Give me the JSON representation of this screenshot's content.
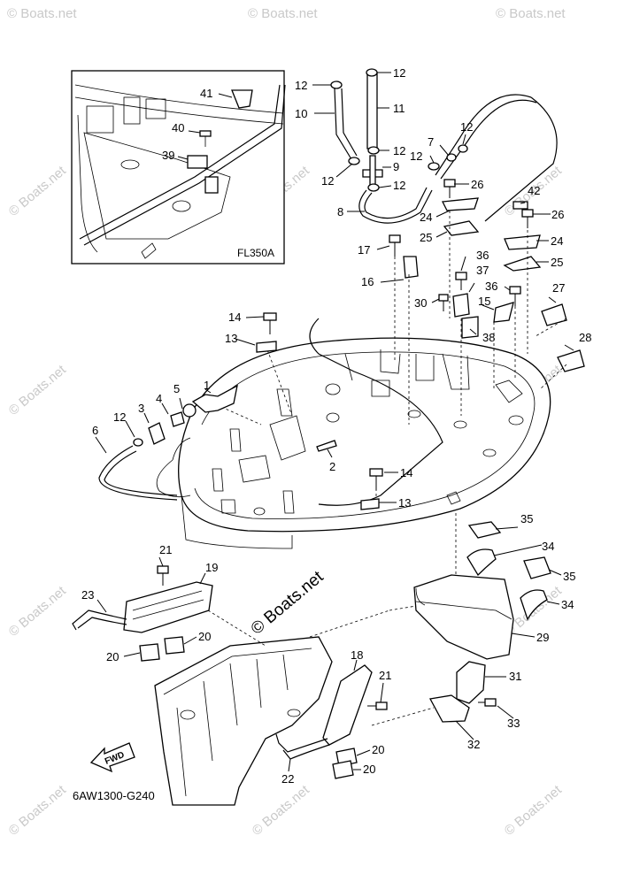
{
  "inset": {
    "model_code": "FL350A",
    "callouts": [
      "41",
      "40",
      "39"
    ]
  },
  "callouts": {
    "c1": "1",
    "c2": "2",
    "c3": "3",
    "c4": "4",
    "c5": "5",
    "c6": "6",
    "c7": "7",
    "c8": "8",
    "c9": "9",
    "c10": "10",
    "c11": "11",
    "c12a": "12",
    "c12b": "12",
    "c12c": "12",
    "c12d": "12",
    "c12e": "12",
    "c12f": "12",
    "c12g": "12",
    "c12h": "12",
    "c13a": "13",
    "c13b": "13",
    "c14a": "14",
    "c14b": "14",
    "c15": "15",
    "c16": "16",
    "c17": "17",
    "c18": "18",
    "c19": "19",
    "c20a": "20",
    "c20b": "20",
    "c20c": "20",
    "c20d": "20",
    "c21a": "21",
    "c21b": "21",
    "c22": "22",
    "c23": "23",
    "c24a": "24",
    "c24b": "24",
    "c25a": "25",
    "c25b": "25",
    "c26a": "26",
    "c26b": "26",
    "c27": "27",
    "c28": "28",
    "c29": "29",
    "c30": "30",
    "c31": "31",
    "c32": "32",
    "c33": "33",
    "c34a": "34",
    "c34b": "34",
    "c35a": "35",
    "c35b": "35",
    "c36a": "36",
    "c36b": "36",
    "c37": "37",
    "c38": "38",
    "c42": "42"
  },
  "fwd_label": "FWD",
  "diagram_code": "6AW1300-G240",
  "watermark": "© Boats.net",
  "watermark_center": "© Boats.net"
}
